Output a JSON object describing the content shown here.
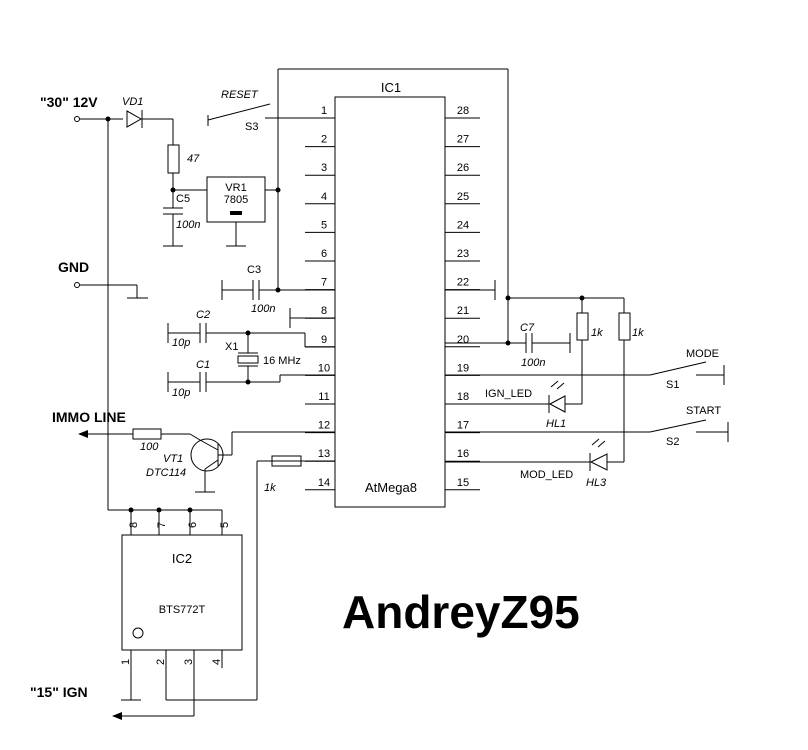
{
  "ic1": {
    "ref": "IC1",
    "part": "AtMega8",
    "left_pins": [
      "1",
      "2",
      "3",
      "4",
      "5",
      "6",
      "7",
      "8",
      "9",
      "10",
      "11",
      "12",
      "13",
      "14"
    ],
    "right_pins": [
      "28",
      "27",
      "26",
      "25",
      "24",
      "23",
      "22",
      "21",
      "20",
      "19",
      "18",
      "17",
      "16",
      "15"
    ]
  },
  "ic2": {
    "ref": "IC2",
    "part": "BTS772T",
    "top_pins": [
      "8",
      "7",
      "6",
      "5"
    ],
    "bottom_pins": [
      "1",
      "2",
      "3",
      "4"
    ]
  },
  "nets": {
    "v30": "\"30\" 12V",
    "gnd": "GND",
    "immo": "IMMO LINE",
    "ign15": "\"15\" IGN"
  },
  "components": {
    "vd1": "VD1",
    "r47": "47",
    "c5": "C5",
    "c5_val": "100n",
    "vr1": "VR1",
    "vr1_val": "7805",
    "reset": "RESET",
    "s3": "S3",
    "c3": "C3",
    "c3_val": "100n",
    "c2": "C2",
    "c2_val": "10p",
    "c1": "C1",
    "c1_val": "10p",
    "x1": "X1",
    "x1_val": "16 MHz",
    "r100": "100",
    "vt1": "VT1",
    "vt1_val": "DTC114",
    "r1k_b": "1k",
    "c7": "C7",
    "c7_val": "100n",
    "r1k_1": "1k",
    "r1k_2": "1k",
    "mode": "MODE",
    "s1": "S1",
    "ign_led": "IGN_LED",
    "hl1": "HL1",
    "start": "START",
    "s2": "S2",
    "mod_led": "MOD_LED",
    "hl3": "HL3"
  },
  "watermark": "AndreyZ95",
  "colors": {
    "red": "#ff0000",
    "green": "#00dd00",
    "yellow": "#ffff00",
    "blue": "#0000ff",
    "watermark": "#c8c8c8"
  }
}
